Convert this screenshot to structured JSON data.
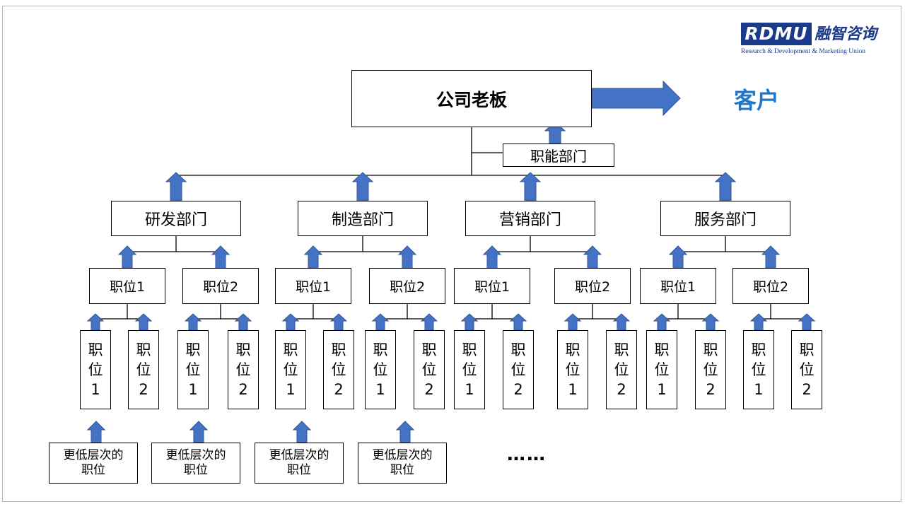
{
  "root": {
    "label": "公司老板"
  },
  "customer": {
    "label": "客户"
  },
  "functional_dept": {
    "label": "职能部门"
  },
  "departments": [
    {
      "label": "研发部门",
      "positions": [
        {
          "label": "职位1",
          "sub": [
            {
              "chars": [
                "职",
                "位",
                "1"
              ]
            },
            {
              "chars": [
                "职",
                "位",
                "2"
              ]
            }
          ]
        },
        {
          "label": "职位2",
          "sub": [
            {
              "chars": [
                "职",
                "位",
                "1"
              ]
            },
            {
              "chars": [
                "职",
                "位",
                "2"
              ]
            }
          ]
        }
      ]
    },
    {
      "label": "制造部门",
      "positions": [
        {
          "label": "职位1",
          "sub": [
            {
              "chars": [
                "职",
                "位",
                "1"
              ]
            },
            {
              "chars": [
                "职",
                "位",
                "2"
              ]
            }
          ]
        },
        {
          "label": "职位2",
          "sub": [
            {
              "chars": [
                "职",
                "位",
                "1"
              ]
            },
            {
              "chars": [
                "职",
                "位",
                "2"
              ]
            }
          ]
        }
      ]
    },
    {
      "label": "营销部门",
      "positions": [
        {
          "label": "职位1",
          "sub": [
            {
              "chars": [
                "职",
                "位",
                "1"
              ]
            },
            {
              "chars": [
                "职",
                "位",
                "2"
              ]
            }
          ]
        },
        {
          "label": "职位2",
          "sub": [
            {
              "chars": [
                "职",
                "位",
                "1"
              ]
            },
            {
              "chars": [
                "职",
                "位",
                "2"
              ]
            }
          ]
        }
      ]
    },
    {
      "label": "服务部门",
      "positions": [
        {
          "label": "职位1",
          "sub": [
            {
              "chars": [
                "职",
                "位",
                "1"
              ]
            },
            {
              "chars": [
                "职",
                "位",
                "2"
              ]
            }
          ]
        },
        {
          "label": "职位2",
          "sub": [
            {
              "chars": [
                "职",
                "位",
                "1"
              ]
            },
            {
              "chars": [
                "职",
                "位",
                "2"
              ]
            }
          ]
        }
      ]
    }
  ],
  "lower_positions": [
    {
      "line1": "更低层次的",
      "line2": "职位"
    },
    {
      "line1": "更低层次的",
      "line2": "职位"
    },
    {
      "line1": "更低层次的",
      "line2": "职位"
    },
    {
      "line1": "更低层次的",
      "line2": "职位"
    }
  ],
  "ellipsis": "……",
  "logo": {
    "mark": "RDMU",
    "name_cn": "融智咨询",
    "name_en": "Research & Development & Marketing Union"
  },
  "colors": {
    "arrow": "#4472c4",
    "arrow_stroke": "#2f5597",
    "customer": "#1f77c8",
    "line": "#000000"
  }
}
